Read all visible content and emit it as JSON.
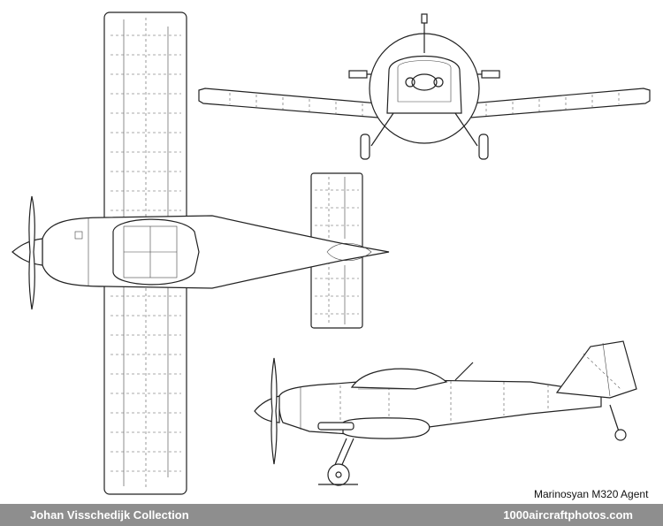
{
  "drawing": {
    "caption": "Marinosyan M320 Agent",
    "views": [
      "top-view",
      "front-view",
      "side-view"
    ]
  },
  "footer": {
    "left_text": "Johan Visschedijk Collection",
    "right_text": "1000aircraftphotos.com",
    "background_color": "#8e8e8e"
  }
}
